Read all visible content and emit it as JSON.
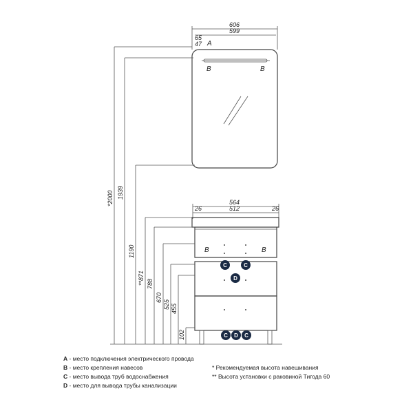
{
  "dims": {
    "mirror_width": "606",
    "mirror_inner": "599",
    "d65": "65",
    "d47": "47",
    "cab_total": "564",
    "cab_inner": "512",
    "side_left": "26",
    "side_right": "26",
    "h2000": "*2000",
    "h1939": "1939",
    "h1190": "1190",
    "h871": "**871",
    "h788": "788",
    "h670": "670",
    "h525": "525",
    "h455": "455",
    "h102": "102"
  },
  "marks": {
    "a": "A",
    "b": "B",
    "c": "C",
    "d": "D"
  },
  "legend": {
    "a_key": "A",
    "a_text": " - место подключения электрического провода",
    "b_key": "B",
    "b_text": " - место крепления навесов",
    "c_key": "C",
    "c_text": " - место вывода труб водоснабжения",
    "d_key": "D",
    "d_text": " - место для вывода трубы канализации",
    "note1": "* Рекомендуемая высота навешивания",
    "note2": "** Высота установки с раковиной Тигода 60"
  }
}
